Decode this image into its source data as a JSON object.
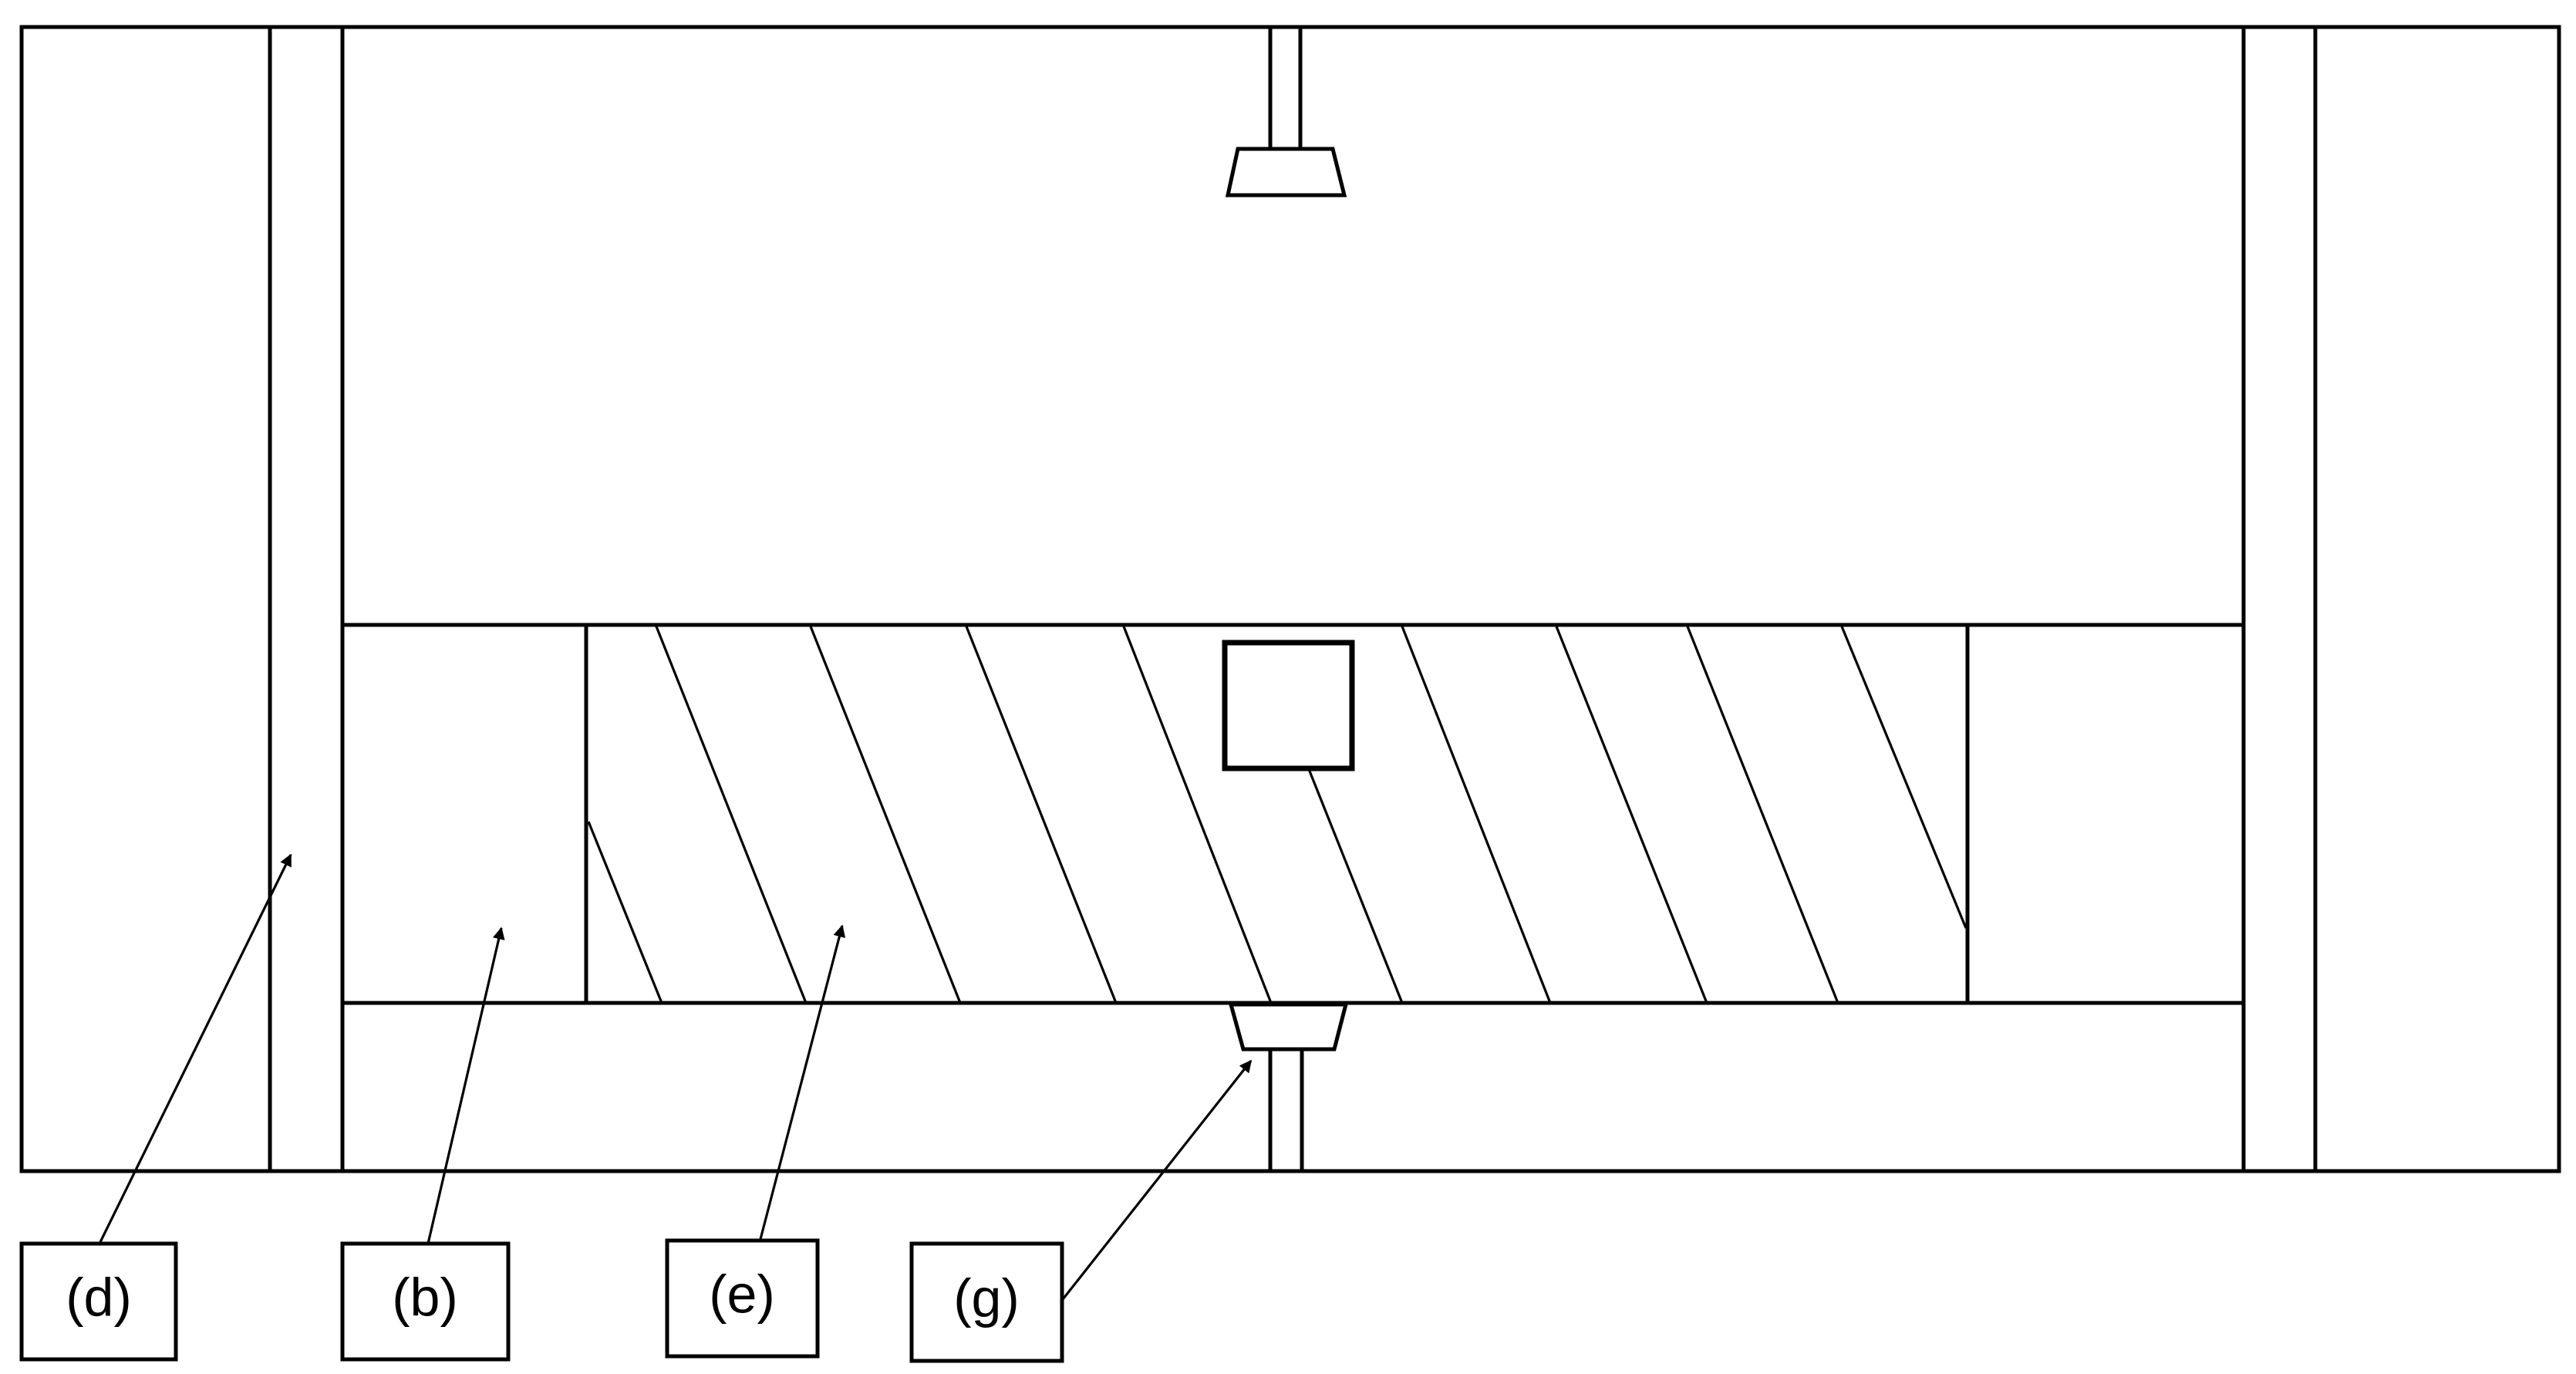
{
  "labels": {
    "d": "(d)",
    "b": "(b)",
    "e": "(e)",
    "g": "(g)"
  },
  "colors": {
    "line": "#000000",
    "background": "#ffffff"
  }
}
